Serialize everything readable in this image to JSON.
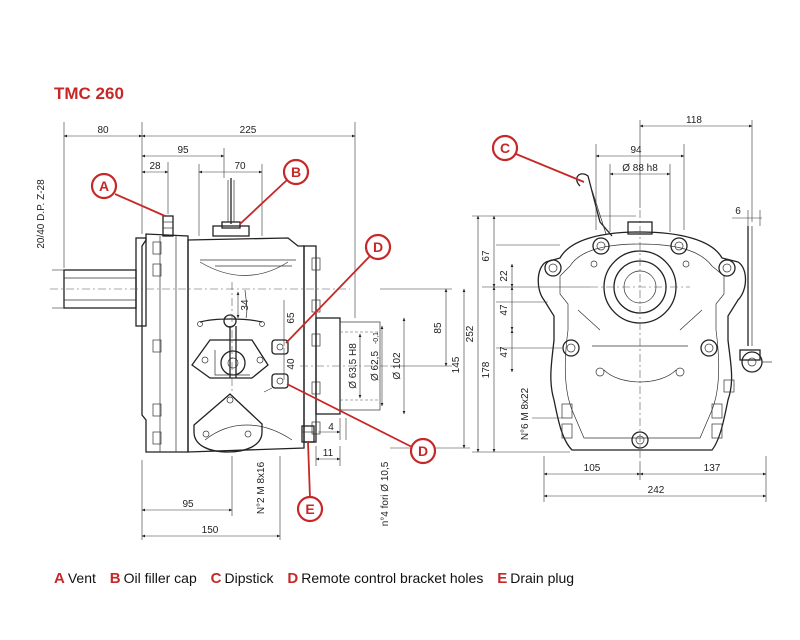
{
  "title": "TMC 260",
  "colors": {
    "accent": "#c62828",
    "line": "#222222"
  },
  "legend": [
    {
      "letter": "A",
      "label": "Vent"
    },
    {
      "letter": "B",
      "label": "Oil filler cap"
    },
    {
      "letter": "C",
      "label": "Dipstick"
    },
    {
      "letter": "D",
      "label": "Remote control bracket holes"
    },
    {
      "letter": "E",
      "label": "Drain plug"
    }
  ],
  "callouts": {
    "A": "A",
    "B": "B",
    "C": "C",
    "D1": "D",
    "D2": "D",
    "E": "E"
  },
  "dimensions": {
    "d80": "80",
    "d225": "225",
    "d95_top": "95",
    "d28": "28",
    "d70": "70",
    "d34": "34",
    "d65": "65",
    "d40": "40",
    "d85": "85",
    "d145": "145",
    "d_bore635": "Ø 63,5 H8",
    "d_bore625": "Ø 62,5",
    "d_tol": "-0,1",
    "d_bore102": "Ø 102",
    "d4": "4",
    "d11": "11",
    "d95_bottom": "95",
    "d150": "150",
    "spline": "20/40 D.P. Z-28",
    "n2": "N°2  M 8x16",
    "n4": "n°4  fori Ø 10,5",
    "d118": "118",
    "d94": "94",
    "d88": "Ø 88 h8",
    "d6": "6",
    "d67": "67",
    "d22": "22",
    "d47a": "47",
    "d47b": "47",
    "d252": "252",
    "d178": "178",
    "n6": "N°6  M 8x22",
    "d105": "105",
    "d137": "137",
    "d242": "242"
  }
}
